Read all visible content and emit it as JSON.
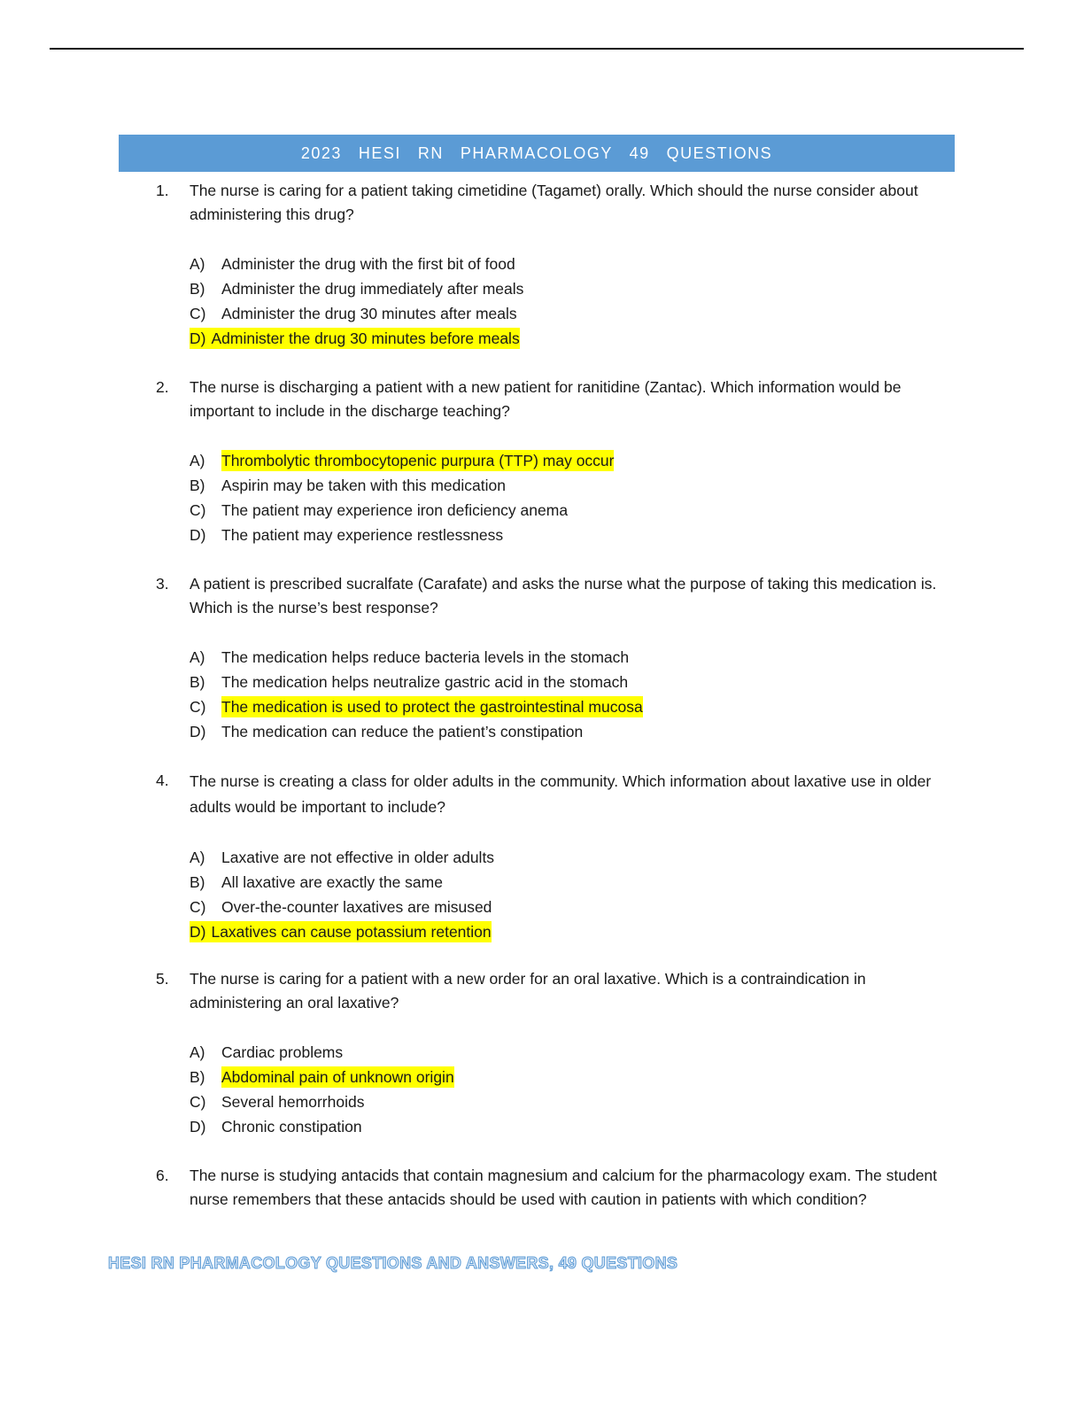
{
  "title": "2023  HESI  RN  PHARMACOLOGY  49  QUESTIONS",
  "questions": [
    {
      "number": "1.",
      "text": "The nurse is caring for a patient taking cimetidine (Tagamet) orally. Which should the nurse consider about administering this drug?",
      "options": [
        {
          "letter": "A)",
          "text": "Administer the drug with the first bit of food"
        },
        {
          "letter": "B)",
          "text": "Administer the drug immediately after meals"
        },
        {
          "letter": "C)",
          "text": "Administer the drug 30 minutes after meals"
        },
        {
          "letter": "D)",
          "text": "Administer the drug 30 minutes before meals"
        }
      ]
    },
    {
      "number": "2.",
      "text": "The nurse is discharging a patient with a new patient for ranitidine (Zantac). Which information would be important to include in the discharge teaching?",
      "options": [
        {
          "letter": "A)",
          "text": "Thrombolytic thrombocytopenic purpura (TTP) may occur"
        },
        {
          "letter": "B)",
          "text": "Aspirin may be taken with this medication"
        },
        {
          "letter": "C)",
          "text": "The patient may experience iron deficiency anema"
        },
        {
          "letter": "D)",
          "text": "The patient may experience restlessness"
        }
      ]
    },
    {
      "number": "3.",
      "text": "A patient is prescribed sucralfate (Carafate) and asks the nurse what the purpose of taking this medication is. Which is the nurse’s best response?",
      "options": [
        {
          "letter": "A)",
          "text": "The medication helps reduce bacteria levels in the stomach"
        },
        {
          "letter": "B)",
          "text": "The medication helps neutralize gastric acid in the stomach"
        },
        {
          "letter": "C)",
          "text": "The medication is used to protect the gastrointestinal mucosa"
        },
        {
          "letter": "D)",
          "text": "The medication can reduce the patient’s constipation"
        }
      ]
    },
    {
      "number": "4.",
      "text": "The nurse is creating a class for older adults in the community. Which information about laxative use in older adults would be important to include?",
      "options": [
        {
          "letter": "A)",
          "text": "Laxative are not effective in older adults"
        },
        {
          "letter": "B)",
          "text": "All laxative are exactly the same"
        },
        {
          "letter": "C)",
          "text": "Over-the-counter laxatives are misused"
        },
        {
          "letter": "D)",
          "text": "Laxatives can cause potassium retention"
        }
      ]
    },
    {
      "number": "5.",
      "text": "The nurse is caring for a patient with a new order for an oral laxative. Which is a contraindication in administering an oral laxative?",
      "options": [
        {
          "letter": "A)",
          "text": "Cardiac problems"
        },
        {
          "letter": "B)",
          "text": "Abdominal pain of unknown origin"
        },
        {
          "letter": "C)",
          "text": "Several hemorrhoids"
        },
        {
          "letter": "D)",
          "text": "Chronic constipation"
        }
      ]
    },
    {
      "number": "6.",
      "text": "The nurse is studying antacids that contain magnesium and calcium for the pharmacology exam. The student nurse remembers that these antacids should be used with caution in patients with which condition?",
      "options": []
    }
  ],
  "footer": "HESI RN PHARMACOLOGY QUESTIONS AND ANSWERS, 49 QUESTIONS",
  "colors": {
    "title_bar": "#5b9bd5",
    "highlight": "#ffff00"
  }
}
